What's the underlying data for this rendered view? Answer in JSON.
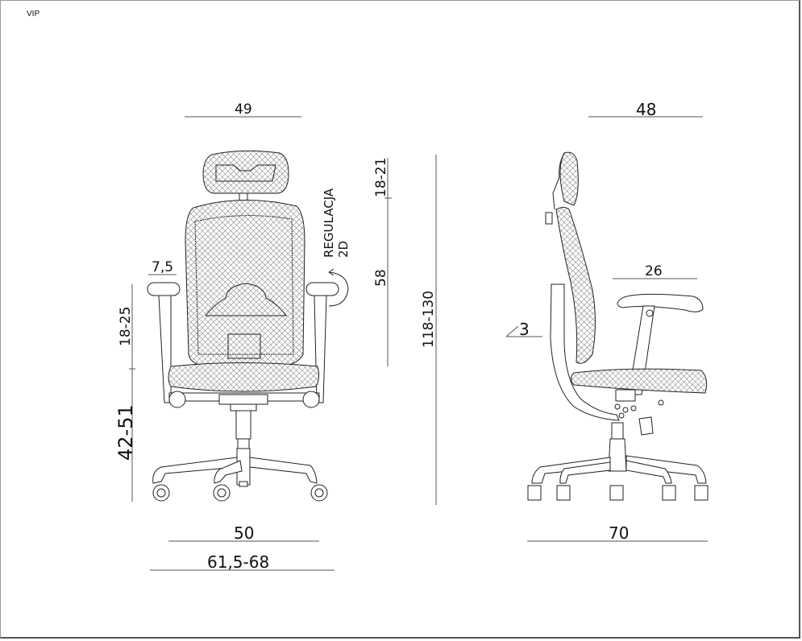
{
  "title": "VIP",
  "front_view": {
    "width_top": "49",
    "armrest_width": "7,5",
    "armrest_height": "18-25",
    "seat_height": "42-51",
    "seat_width": "50",
    "overall_width": "61,5-68",
    "adjustment_label_line1": "REGULACJA",
    "adjustment_label_line2": "2D",
    "headrest_adjust": "18-21",
    "backrest_height": "58",
    "total_height": "118-130"
  },
  "side_view": {
    "depth_top": "48",
    "armrest_length": "26",
    "lumbar_depth": "3",
    "overall_depth": "70"
  },
  "colors": {
    "line": "#222222",
    "dim_line": "#555555",
    "mesh": "#8a8a8a",
    "background": "#ffffff"
  }
}
